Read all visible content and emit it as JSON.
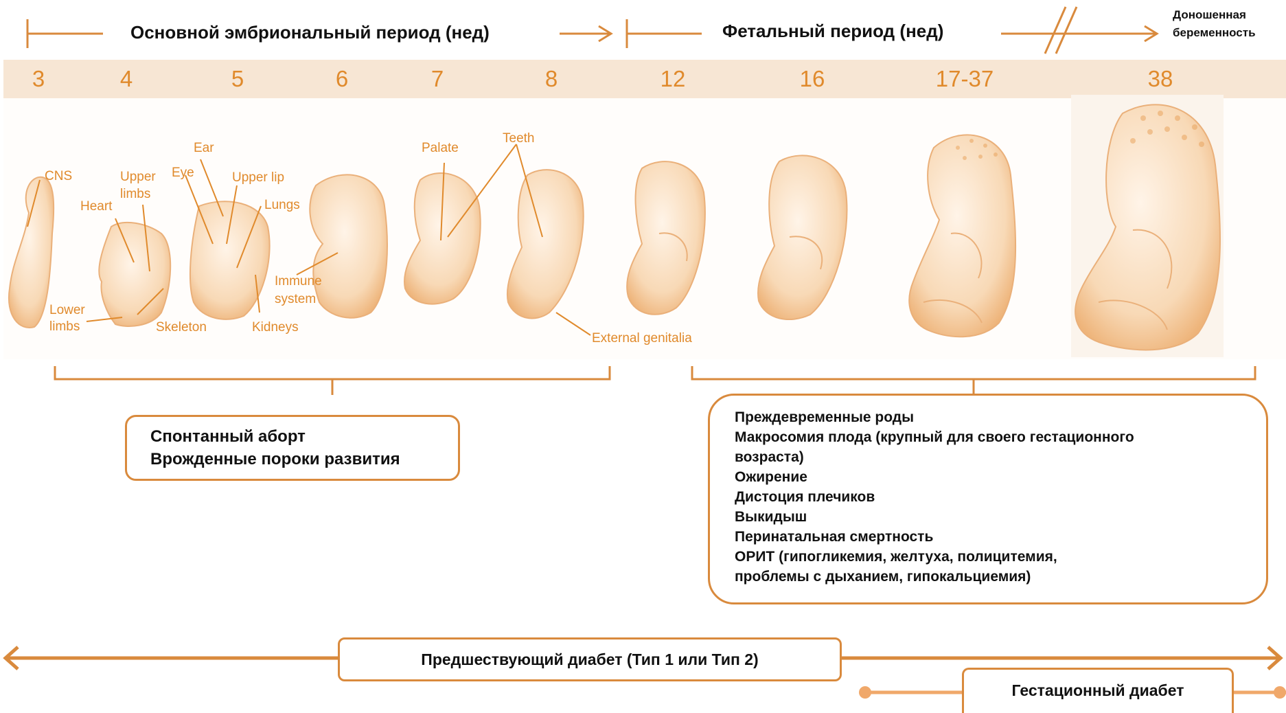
{
  "periods": {
    "embryonic": "Основной эмбриональный период (нед)",
    "fetal": "Фетальный период (нед)",
    "term_line1": "Доношенная",
    "term_line2": "беременность"
  },
  "weeks": [
    "3",
    "4",
    "5",
    "6",
    "7",
    "8",
    "12",
    "16",
    "17-37",
    "38"
  ],
  "organ_labels": {
    "cns": "CNS",
    "upper_limbs_1": "Upper",
    "upper_limbs_2": "limbs",
    "heart": "Heart",
    "eye": "Eye",
    "ear": "Ear",
    "upper_lip": "Upper lip",
    "lungs": "Lungs",
    "lower_limbs_1": "Lower",
    "lower_limbs_2": "limbs",
    "skeleton": "Skeleton",
    "kidneys": "Kidneys",
    "immune_1": "Immune",
    "immune_2": "system",
    "palate": "Palate",
    "teeth": "Teeth",
    "genitalia": "External genitalia"
  },
  "embryonic_risks": [
    "Спонтанный аборт",
    "Врожденные пороки развития"
  ],
  "fetal_risks": [
    "Преждевременные роды",
    "Макросомия плода (крупный для своего гестационного",
    "возраста)",
    "Ожирение",
    "Дистоция плечиков",
    "Выкидыш",
    "Перинатальная смертность",
    "ОРИТ (гипогликемия, желтуха, полицитемия,",
    "проблемы с дыханием, гипокальциемия)"
  ],
  "diabetes": {
    "pregestational": "Предшествующий диабет (Тип 1 или Тип 2)",
    "gestational": "Гестационный диабет"
  },
  "colors": {
    "accent": "#d98a3d",
    "band": "#f7e6d4",
    "label": "#e08a2c",
    "body_light": "#fdebd6",
    "body_dark": "#f2c08a"
  }
}
